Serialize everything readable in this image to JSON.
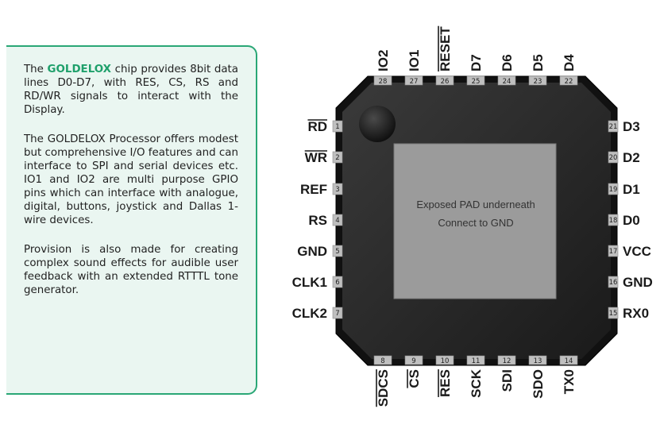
{
  "description": {
    "p1_before": "The ",
    "p1_highlight": "GOLDELOX",
    "p1_after": " chip provides 8bit data lines D0-D7, with RES, CS, RS and RD/WR signals to interact with the Display.",
    "p2": "The GOLDELOX Processor offers modest but comprehensive I/O features and can interface to SPI and serial devices etc. IO1 and IO2 are multi purpose GPIO pins which can interface with analogue, digital, buttons, joystick and Dallas 1-wire devices.",
    "p3": "Provision is also made for creating complex sound effects for audible user feedback with an extended RTTTL tone generator."
  },
  "chip": {
    "pad_line1": "Exposed PAD underneath",
    "pad_line2": "Connect to GND",
    "pins": {
      "left": [
        {
          "num": "1",
          "label": "RD",
          "overline": true
        },
        {
          "num": "2",
          "label": "WR",
          "overline": true
        },
        {
          "num": "3",
          "label": "REF",
          "overline": false
        },
        {
          "num": "4",
          "label": "RS",
          "overline": false
        },
        {
          "num": "5",
          "label": "GND",
          "overline": false
        },
        {
          "num": "6",
          "label": "CLK1",
          "overline": false
        },
        {
          "num": "7",
          "label": "CLK2",
          "overline": false
        }
      ],
      "bottom": [
        {
          "num": "8",
          "label": "SDCS",
          "overline": true
        },
        {
          "num": "9",
          "label": "CS",
          "overline": true
        },
        {
          "num": "10",
          "label": "RES",
          "overline": true
        },
        {
          "num": "11",
          "label": "SCK",
          "overline": false
        },
        {
          "num": "12",
          "label": "SDI",
          "overline": false
        },
        {
          "num": "13",
          "label": "SDO",
          "overline": false
        },
        {
          "num": "14",
          "label": "TX0",
          "overline": false
        }
      ],
      "right": [
        {
          "num": "15",
          "label": "RX0",
          "overline": false
        },
        {
          "num": "16",
          "label": "GND",
          "overline": false
        },
        {
          "num": "17",
          "label": "VCC",
          "overline": false
        },
        {
          "num": "18",
          "label": "D0",
          "overline": false
        },
        {
          "num": "19",
          "label": "D1",
          "overline": false
        },
        {
          "num": "20",
          "label": "D2",
          "overline": false
        },
        {
          "num": "21",
          "label": "D3",
          "overline": false
        }
      ],
      "top": [
        {
          "num": "22",
          "label": "D4",
          "overline": false
        },
        {
          "num": "23",
          "label": "D5",
          "overline": false
        },
        {
          "num": "24",
          "label": "D6",
          "overline": false
        },
        {
          "num": "25",
          "label": "D7",
          "overline": false
        },
        {
          "num": "26",
          "label": "RESET",
          "overline": true
        },
        {
          "num": "27",
          "label": "IO1",
          "overline": false
        },
        {
          "num": "28",
          "label": "IO2",
          "overline": false
        }
      ]
    }
  }
}
